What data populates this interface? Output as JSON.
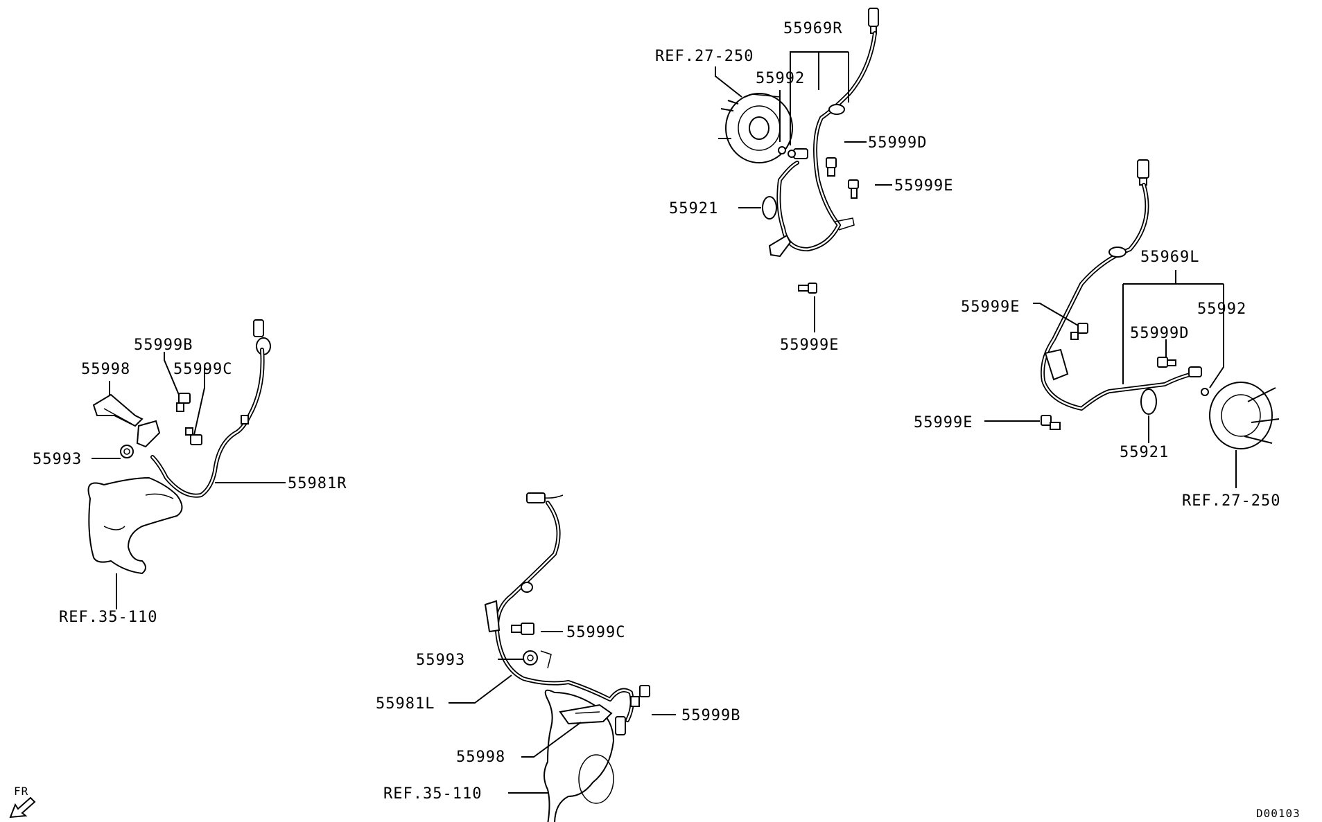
{
  "diagram": {
    "labels": {
      "p55969R": "55969R",
      "p55969L": "55969L",
      "ref27_250_top": "REF.27-250",
      "ref27_250_right": "REF.27-250",
      "p55992_top": "55992",
      "p55992_right": "55992",
      "p55999D_top": "55999D",
      "p55999D_right": "55999D",
      "p55999E_top1": "55999E",
      "p55999E_top2": "55999E",
      "p55999E_right1": "55999E",
      "p55999E_right2": "55999E",
      "p55921_top": "55921",
      "p55921_right": "55921",
      "p55999B_left": "55999B",
      "p55999B_bottom": "55999B",
      "p55999C_left": "55999C",
      "p55999C_bottom": "55999C",
      "p55998_left": "55998",
      "p55998_bottom": "55998",
      "p55993_left": "55993",
      "p55993_bottom": "55993",
      "p55981R": "55981R",
      "p55981L": "55981L",
      "ref35_110_left": "REF.35-110",
      "ref35_110_bottom": "REF.35-110",
      "fr": "FR",
      "diagram_code": "D00103"
    }
  }
}
